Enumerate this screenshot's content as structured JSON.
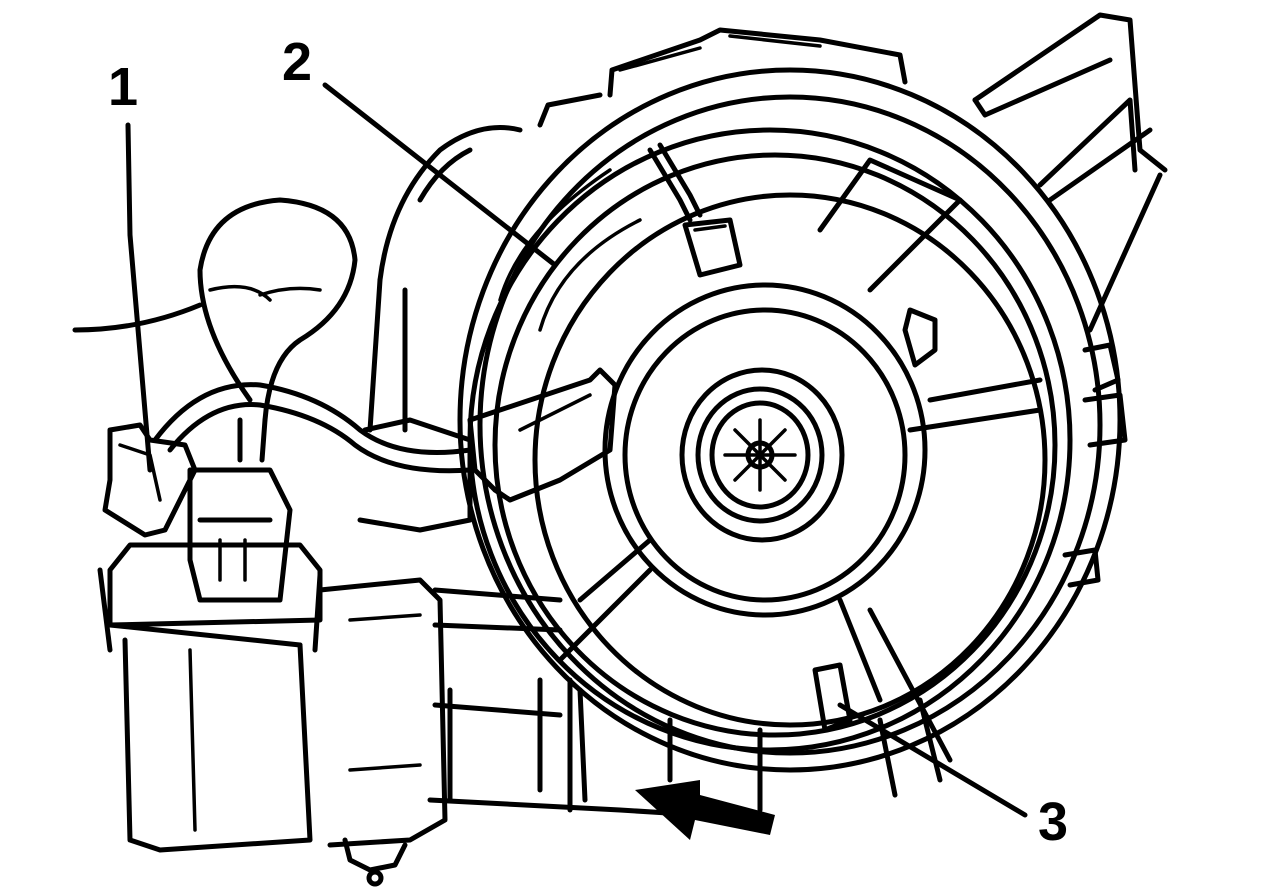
{
  "callouts": [
    {
      "id": "1",
      "label": "1"
    },
    {
      "id": "2",
      "label": "2"
    },
    {
      "id": "3",
      "label": "3"
    }
  ],
  "colors": {
    "ink": "#000000",
    "background": "#ffffff"
  },
  "icons": {
    "direction_arrow": "arrow-left-icon"
  }
}
